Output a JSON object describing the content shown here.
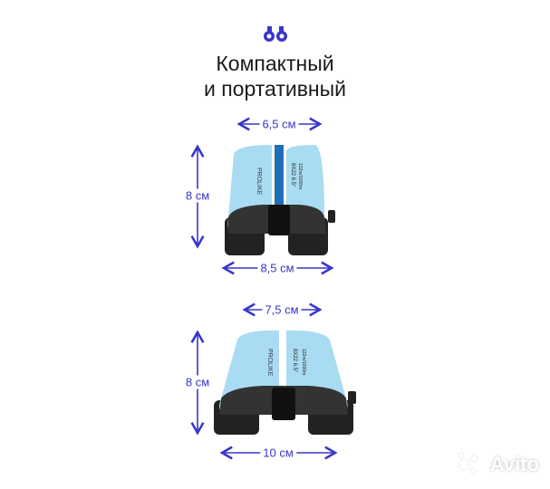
{
  "icon": "binoculars-icon",
  "title_line1": "Компактный",
  "title_line2": "и портативный",
  "accent_color": "#3a36c9",
  "body_color": "#a9dcf2",
  "product1": {
    "width_top": "6,5 см",
    "height": "8 см",
    "width_bottom": "8,5 см",
    "brand": "PROLIKE",
    "spec": "8X22  6.5°",
    "fov": "122m/1000m"
  },
  "product2": {
    "width_top": "7,5 см",
    "height": "8 см",
    "width_bottom": "10 см",
    "brand": "PROLIKE",
    "spec": "8X22  6.5°",
    "fov": "122m/1000m"
  },
  "watermark": "Avito"
}
